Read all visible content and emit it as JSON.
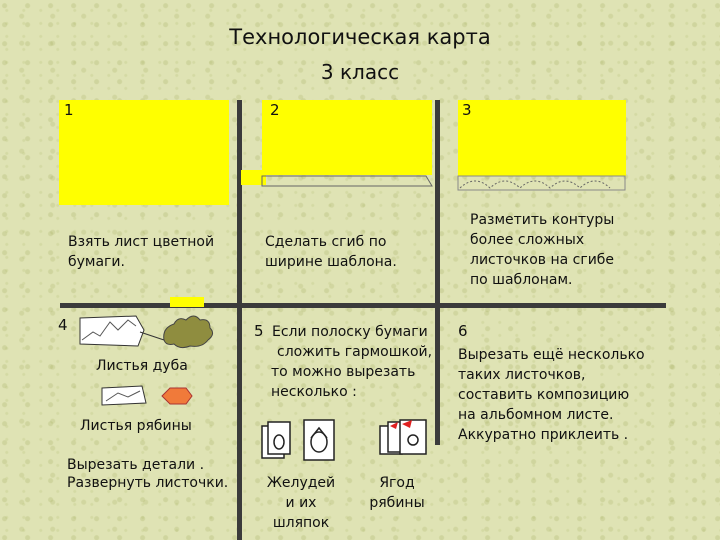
{
  "title": "Технологическая карта",
  "subtitle": "3 класс",
  "steps": {
    "s1": {
      "num": "1",
      "text1": "Взять лист цветной",
      "text2": "бумаги."
    },
    "s2": {
      "num": "2",
      "text1": "Сделать сгиб по",
      "text2": "ширине шаблона."
    },
    "s3": {
      "num": "3",
      "text1": "Разметить контуры",
      "text2": "более  сложных",
      "text3": "листочков на сгибе",
      "text4": "по шаблонам."
    },
    "s4": {
      "num": "4",
      "cap_oak": "Листья дуба",
      "cap_rowan": "Листья рябины",
      "text1": "Вырезать детали .",
      "text2": "Развернуть листочки."
    },
    "s5": {
      "num": "5",
      "text1": "Если полоску бумаги",
      "text2": "сложить гармошкой,",
      "text3": "то можно вырезать",
      "text4": "несколько :",
      "acorn1": "Желудей",
      "acorn2": "и их",
      "acorn3": "шляпок",
      "berry1": "Ягод",
      "berry2": "рябины"
    },
    "s6": {
      "num": "6",
      "text1": "Вырезать ещё несколько",
      "text2": "таких листочков,",
      "text3": "составить композицию",
      "text4": "на альбомном листе.",
      "text5": "Аккуратно приклеить ."
    }
  },
  "colors": {
    "paper": "#ffff00",
    "grid": "#3b3b3b",
    "oak": "#8f8d3f",
    "rowan": "#f07a3a",
    "berry": "#e02020"
  }
}
